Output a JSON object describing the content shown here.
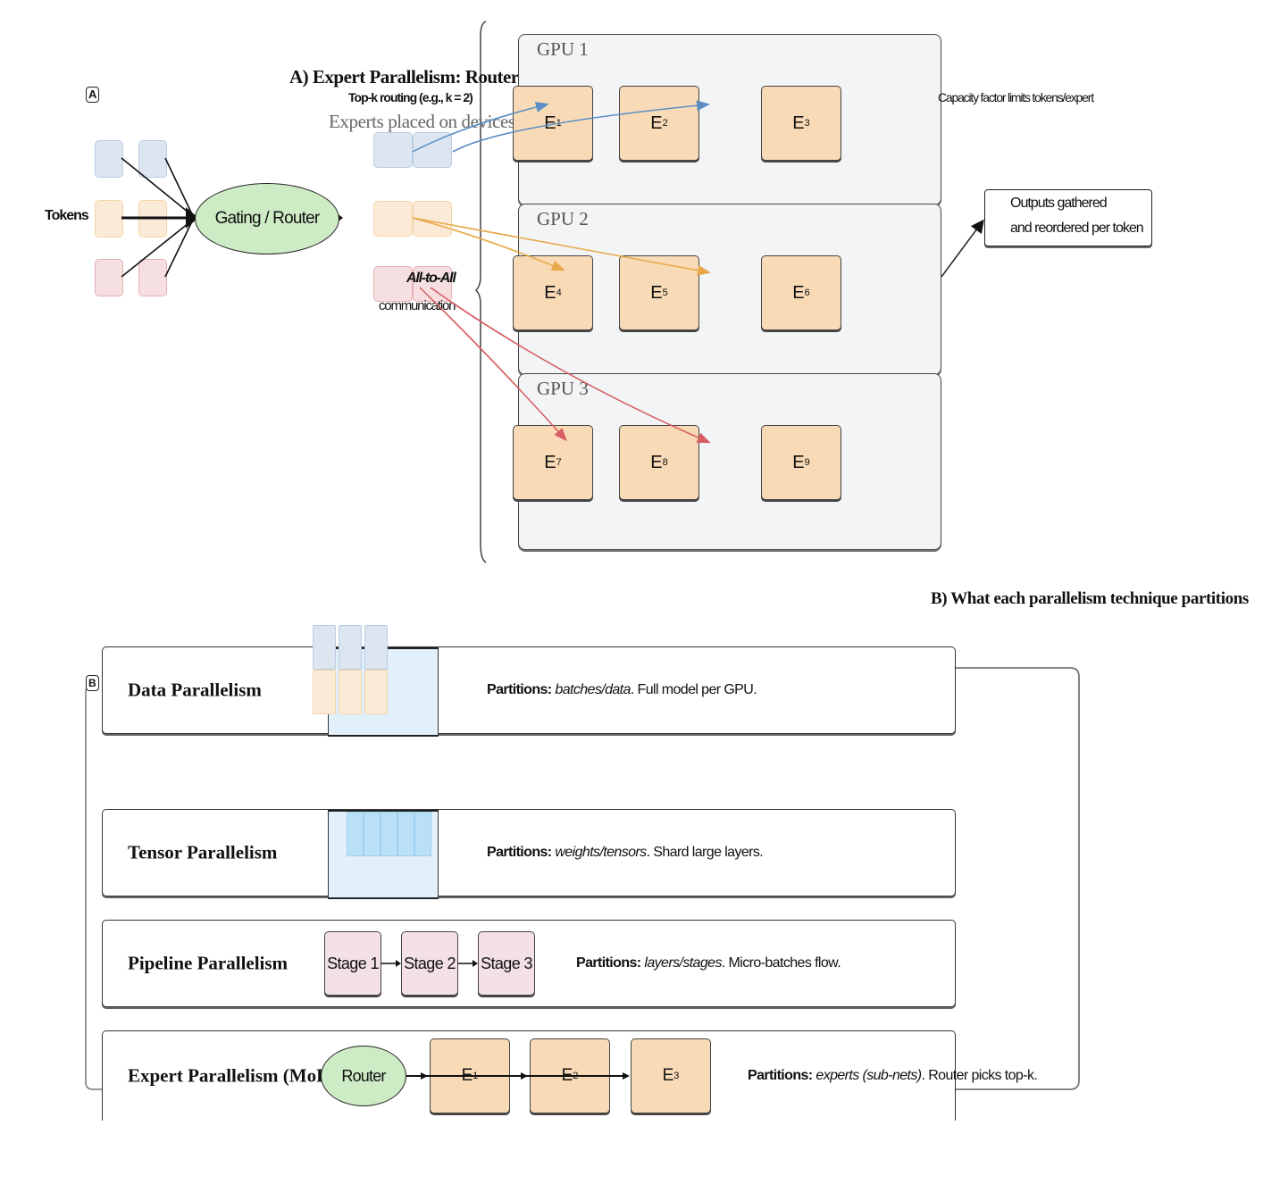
{
  "panel_a": {
    "tag": "A",
    "title": "A) Expert Parallelism: Router send",
    "subtitle": "Top-k routing (e.g., k = 2)",
    "devices_note": "Experts placed on devices",
    "tokens_label": "Tokens",
    "router_label": "Gating / Router",
    "all_to_all_label": "All-to-All",
    "communication_label": "communication",
    "capacity_note": "Capacity factor limits tokens/expert",
    "output_box": {
      "line1": "Outputs gathered",
      "line2": "and reordered per token"
    },
    "gpus": [
      {
        "label": "GPU 1",
        "experts": [
          {
            "name": "E",
            "idx": "1"
          },
          {
            "name": "E",
            "idx": "2"
          },
          {
            "name": "E",
            "idx": "3"
          }
        ]
      },
      {
        "label": "GPU 2",
        "experts": [
          {
            "name": "E",
            "idx": "4"
          },
          {
            "name": "E",
            "idx": "5"
          },
          {
            "name": "E",
            "idx": "6"
          }
        ]
      },
      {
        "label": "GPU 3",
        "experts": [
          {
            "name": "E",
            "idx": "7"
          },
          {
            "name": "E",
            "idx": "8"
          },
          {
            "name": "E",
            "idx": "9"
          }
        ]
      }
    ],
    "colors": {
      "blue_route": "#5b8fc4",
      "orange_route": "#e8a848",
      "red_route": "#d85c64",
      "router_fill": "#cdebc5",
      "expert_fill": "#f8dbb6",
      "gpu_fill": "#f3f4f6"
    }
  },
  "panel_b": {
    "tag": "B",
    "title": "B) What each parallelism technique partitions",
    "rows": [
      {
        "name": "Data Parallelism",
        "partitions_label": "Partitions:",
        "partitions_value": "batches/data",
        "rest": ". Full model per GPU."
      },
      {
        "name": "Tensor Parallelism",
        "partitions_label": "Partitions:",
        "partitions_value": "weights/tensors",
        "rest": ". Shard large layers."
      },
      {
        "name": "Pipeline Parallelism",
        "partitions_label": "Partitions:",
        "partitions_value": "layers/stages",
        "rest": ". Micro-batches flow.",
        "stages": [
          "Stage 1",
          "Stage 2",
          "Stage 3"
        ]
      },
      {
        "name": "Expert Parallelism (MoE)",
        "partitions_label": "Partitions:",
        "partitions_value": "experts (sub-nets)",
        "rest": ". Router picks top-k.",
        "router": "Router",
        "experts": [
          {
            "name": "E",
            "idx": "1"
          },
          {
            "name": "E",
            "idx": "2"
          },
          {
            "name": "E",
            "idx": "3"
          }
        ]
      }
    ]
  }
}
